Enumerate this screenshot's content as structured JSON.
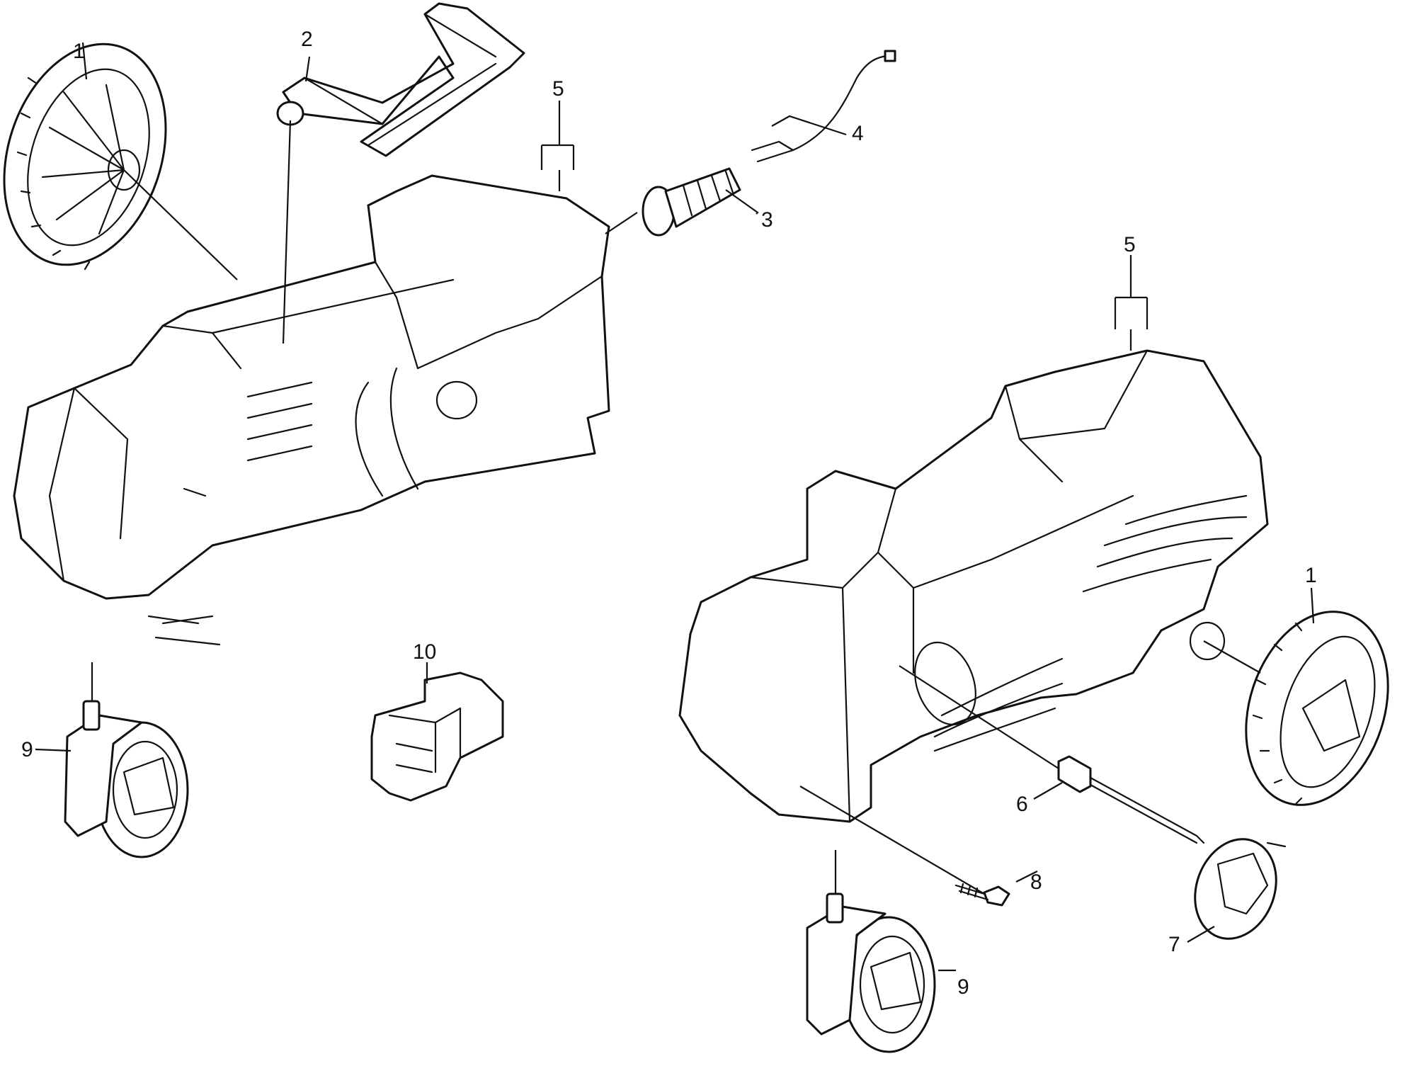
{
  "diagram": {
    "callouts": [
      {
        "id": "callout-1-left",
        "label": "1"
      },
      {
        "id": "callout-2",
        "label": "2"
      },
      {
        "id": "callout-5-left",
        "label": "5"
      },
      {
        "id": "callout-4",
        "label": "4"
      },
      {
        "id": "callout-3",
        "label": "3"
      },
      {
        "id": "callout-5-right",
        "label": "5"
      },
      {
        "id": "callout-1-right",
        "label": "1"
      },
      {
        "id": "callout-10",
        "label": "10"
      },
      {
        "id": "callout-9-left",
        "label": "9"
      },
      {
        "id": "callout-6",
        "label": "6"
      },
      {
        "id": "callout-8",
        "label": "8"
      },
      {
        "id": "callout-7",
        "label": "7"
      },
      {
        "id": "callout-9-right",
        "label": "9"
      }
    ]
  }
}
